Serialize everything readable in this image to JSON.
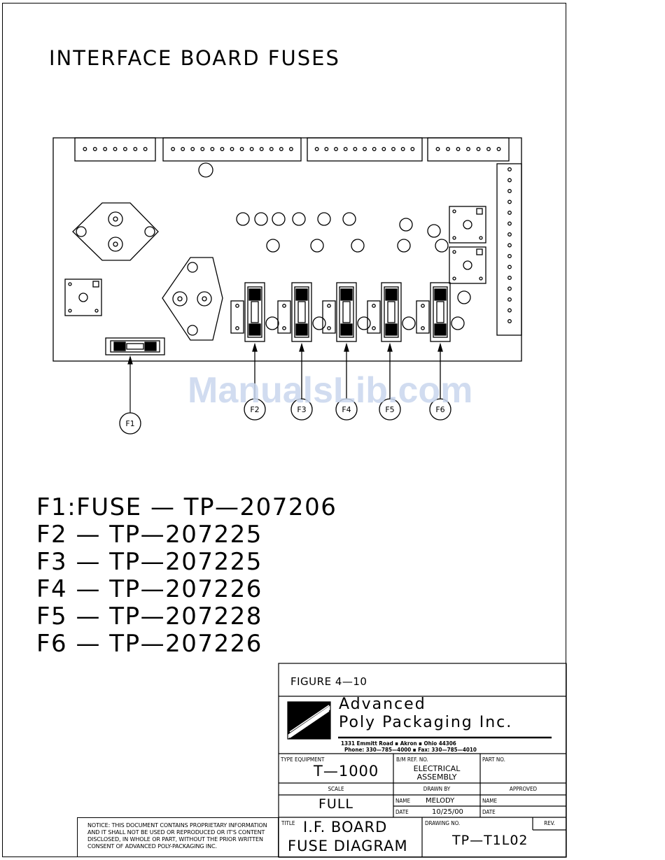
{
  "title": "INTERFACE BOARD FUSES",
  "watermark": "ManualsLib.com",
  "callouts": {
    "f1": "F1",
    "f2": "F2",
    "f3": "F3",
    "f4": "F4",
    "f5": "F5",
    "f6": "F6"
  },
  "parts_list": [
    "F1:FUSE — TP—207206",
    "F2 — TP—207225",
    "F3 — TP—207225",
    "F4 — TP—207226",
    "F5 — TP—207228",
    "F6 — TP—207226"
  ],
  "title_block": {
    "figure": "FIGURE 4—10",
    "company_line1": "Advanced",
    "company_line2": "Poly Packaging Inc.",
    "address_line1": "1331 Emmitt Road  ▪  Akron  ▪  Ohio 44306",
    "address_line2": "Phone: 330—785—4000  ▪  Fax: 330—785—4010",
    "type_equipment_label": "TYPE EQUIPMENT",
    "type_equipment_value": "T—1000",
    "bm_ref_label": "B/M REF. NO.",
    "bm_ref_value_1": "ELECTRICAL",
    "bm_ref_value_2": "ASSEMBLY",
    "part_no_label": "PART NO.",
    "scale_label": "SCALE",
    "scale_value": "FULL",
    "drawn_by_label": "DRAWN BY",
    "approved_label": "APPROVED",
    "name_label_1": "NAME",
    "name_value_1": "MELODY",
    "name_label_2": "NAME",
    "date_label_1": "DATE",
    "date_value_1": "10/25/00",
    "date_label_2": "DATE",
    "title_label": "TITLE",
    "title_value_1": "I.F.  BOARD",
    "title_value_2": "FUSE  DIAGRAM",
    "drawing_no_label": "DRAWING NO.",
    "drawing_no_value": "TP—T1L02",
    "rev_label": "REV."
  },
  "notice": "NOTICE: THIS DOCUMENT CONTAINS PROPRIETARY INFORMATION AND IT SHALL NOT BE USED OR REPRODUCED OR IT'S CONTENT DISCLOSED, IN WHOLE OR PART, WITHOUT THE PRIOR WRITTEN CONSENT OF ADVANCED POLY-PACKAGING INC."
}
